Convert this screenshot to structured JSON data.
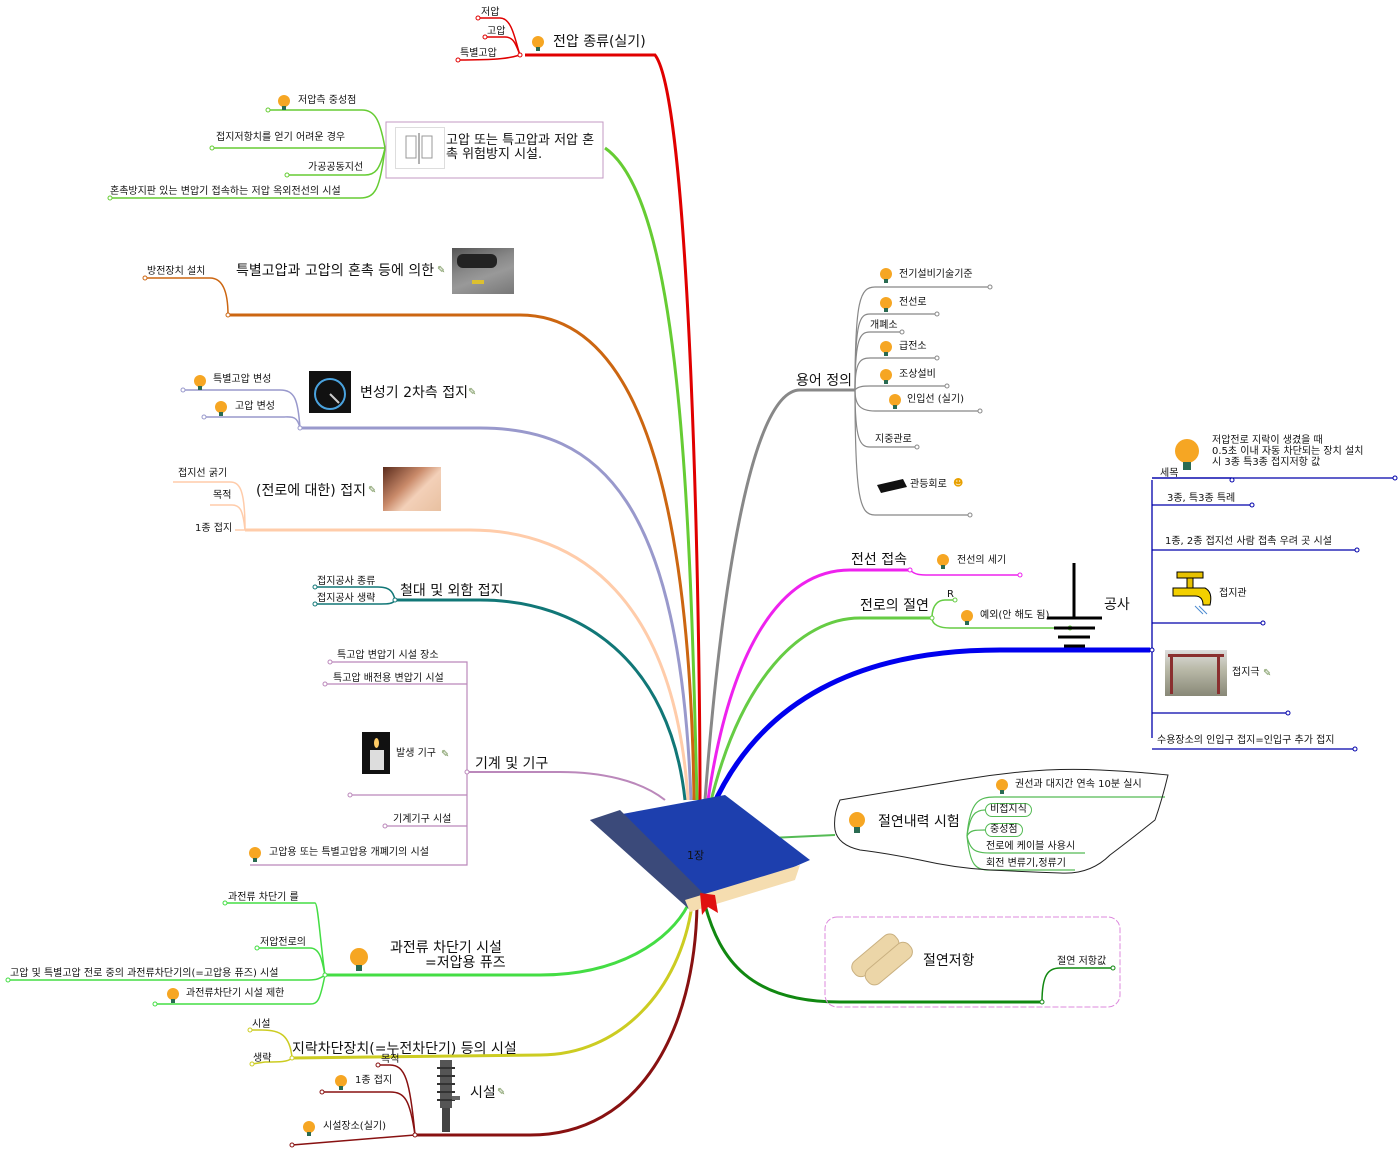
{
  "root": {
    "label": "1장",
    "icon": "book-icon"
  },
  "branches": [
    {
      "id": "voltage-types",
      "label": "전압 종류(실기)",
      "color": "#e00000",
      "icon": "lightbulb-icon",
      "children": [
        "저압",
        "고압",
        "특별고압"
      ]
    },
    {
      "id": "mix-prevention",
      "label": "고압 또는 특고압과 저압 혼촉 위험방지 시설.",
      "color": "#66cc33",
      "icon": "transformer-diagram-icon",
      "children": [
        "저압측 중성점",
        "접지저항치를 얻기 어려운 경우",
        "가공공동지선",
        "혼촉방지판 있는 변압기 접속하는 저압 옥외전선의 시설"
      ]
    },
    {
      "id": "special-mix",
      "label": "특별고압과 고압의 혼촉 등에 의한",
      "color": "#cc6611",
      "icon": "road-photo",
      "children": [
        "방전장치 설치"
      ]
    },
    {
      "id": "transformer-secondary",
      "label": "변성기 2차측 접지",
      "color": "#9999cc",
      "icon": "gauge-photo",
      "children": [
        "특별고압 변성",
        "고압 변성"
      ]
    },
    {
      "id": "circuit-ground",
      "label": "(전로에 대한) 접지",
      "color": "#ffccaa",
      "icon": "portrait-photo",
      "children": [
        "접지선 굵기",
        "목적",
        "1종 접지"
      ]
    },
    {
      "id": "frame-ground",
      "label": "철대 및 외함 접지",
      "color": "#117777",
      "children": [
        "접지공사 종류",
        "접지공사 생략"
      ]
    },
    {
      "id": "machines",
      "label": "기계 및 기구",
      "color": "#bb88bb",
      "children": [
        "특고압 변압기 시설 장소",
        "특고압 배전용 변압기 시설",
        "발생 기구",
        "",
        "기계기구 시설",
        "고압용 또는 특별고압용 개폐기의 시설"
      ]
    },
    {
      "id": "overcurrent",
      "label": "과전류 차단기 시설\n=저압용 퓨즈",
      "label_lines": [
        "과전류 차단기 시설",
        "=저압용 퓨즈"
      ],
      "color": "#44dd44",
      "icon": "lightbulb-icon",
      "children": [
        "과전류 차단기 를",
        "저압전로의",
        "고압 및 특별고압 전로 중의 과전류차단기의(=고압용 퓨즈) 시설",
        "과전류차단기  시설 제한"
      ]
    },
    {
      "id": "earth-leakage",
      "label": "지락차단장치(=누전차단기) 등의 시설",
      "color": "#cccc22",
      "children": [
        "시설",
        "생략"
      ]
    },
    {
      "id": "facility",
      "label": "시설",
      "color": "#881111",
      "icon": "insulator-photo",
      "children": [
        "목적",
        "1종 접지",
        "시설장소(실기)"
      ]
    },
    {
      "id": "insulation-resistance",
      "label": "절연저항",
      "color": "#118811",
      "icon": "bandage-icon",
      "children": [
        "절연 저항값"
      ]
    },
    {
      "id": "insulation-test",
      "label": "절연내력 시험",
      "color": "#55bb55",
      "icon": "lightbulb-icon",
      "children": [
        "권선과 대지간 연속 10분 실시",
        "비접지식",
        "중성점",
        "전로에 케이블 사용시",
        "회전 변류기,정류기"
      ]
    },
    {
      "id": "construction",
      "label": "공사",
      "color": "#0000ee",
      "icon": "ground-symbol-icon",
      "children": [
        "저압전로 지락이 생겼을 때 0.5초 이내 자동 차단되는 장치 설치 시 3종 특3종 접지저항 값",
        "세목",
        "3종, 특3종 특례",
        "1종, 2종 접지선 사람 접촉 우려 곳 시설",
        "접지관",
        "접지극",
        "수용장소의 인입구 접지=인입구 추가 접지"
      ],
      "tip_lines": [
        "저압전로 지락이 생겼을 때",
        "0.5초 이내 자동 차단되는 장치 설치",
        "시 3종 특3종 접지저항 값"
      ]
    },
    {
      "id": "insulation-of-circuit",
      "label": "전로의 절연",
      "color": "#66cc44",
      "children": [
        "R",
        "예외(안 해도 됨)"
      ]
    },
    {
      "id": "wire-connection",
      "label": "전선 접속",
      "color": "#ee22ee",
      "children": [
        "전선의 세기"
      ]
    },
    {
      "id": "definitions",
      "label": "용어 정의",
      "color": "#888888",
      "children": [
        "전기설비기술기준",
        "전선로",
        "개폐소",
        "급전소",
        "조상설비",
        "인입선 (실기)",
        "지중관로",
        "관등회로"
      ]
    }
  ]
}
